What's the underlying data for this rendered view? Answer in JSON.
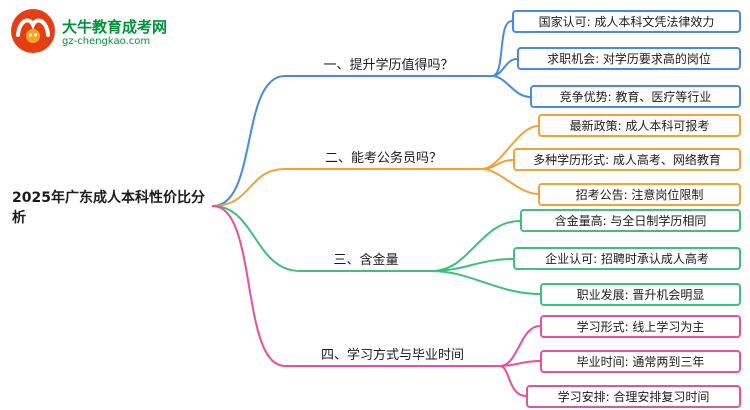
{
  "logo": {
    "title": "大牛教育成考网",
    "subtitle": "gz-chengkao.com",
    "brand_red": "#e53e14",
    "brand_green": "#00913a"
  },
  "root": {
    "label": "2025年广东成人本科性价比分析"
  },
  "branches": [
    {
      "label": "一、提升学历值得吗？",
      "color": "#4a89dc",
      "children": [
        "国家认可: 成人本科文凭法律效力",
        "求职机会: 对学历要求高的岗位",
        "竞争优势: 教育、医疗等行业"
      ]
    },
    {
      "label": "二、能考公务员吗？",
      "color": "#eda23c",
      "children": [
        "最新政策: 成人本科可报考",
        "多种学历形式: 成人高考、网络教育",
        "招考公告: 注意岗位限制"
      ]
    },
    {
      "label": "三、含金量",
      "color": "#3fbe7e",
      "children": [
        "含金量高: 与全日制学历相同",
        "企业认可: 招聘时承认成人高考",
        "职业发展: 晋升机会明显"
      ]
    },
    {
      "label": "四、学习方式与毕业时间",
      "color": "#eb4e9c",
      "children": [
        "学习形式: 线上学习为主",
        "毕业时间: 通常两到三年",
        "学习安排: 合理安排复习时间"
      ]
    }
  ]
}
